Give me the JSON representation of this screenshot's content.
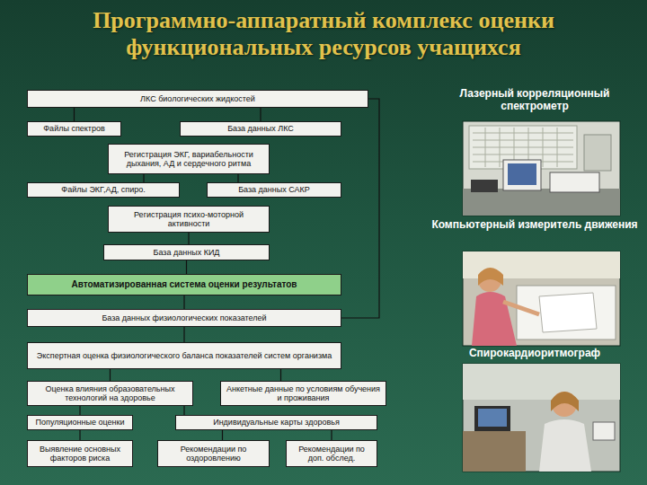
{
  "diagram": {
    "title": "Программно-аппаратный комплекс оценки функциональных ресурсов учащихся",
    "nodes": [
      {
        "text": [
          "ЛКС биологических жидкостей"
        ]
      },
      {
        "text": [
          "Файлы спектров"
        ]
      },
      {
        "text": [
          "База данных ЛКС"
        ]
      },
      {
        "text": [
          "Регистрация ЭКГ, вариабельности дыхания, АД и сердечного ритма"
        ]
      },
      {
        "text": [
          "Файлы ЭКГ,АД, спиро."
        ]
      },
      {
        "text": [
          "База данных САКР"
        ]
      },
      {
        "text": [
          "Регистрация психо-моторной активности"
        ]
      },
      {
        "text": [
          "База данных КИД"
        ]
      },
      {
        "text": [
          "Автоматизированная система оценки результатов"
        ]
      },
      {
        "text": [
          "База данных физиологических показателей"
        ]
      },
      {
        "text": [
          "Экспертная оценка физиологического баланса показателей систем организма"
        ]
      },
      {
        "text": [
          "Оценка влияния образовательных технологий на здоровье"
        ]
      },
      {
        "text": [
          "Анкетные данные по условиям обучения и проживания"
        ]
      },
      {
        "text": [
          "Популяционные оценки"
        ]
      },
      {
        "text": [
          "Индивидуальные карты здоровья"
        ]
      },
      {
        "text": [
          "Выявление основных факторов риска"
        ]
      },
      {
        "text": [
          "Рекомендации по оздоровлению"
        ]
      },
      {
        "text": [
          "Рекомендации по доп. обслед."
        ]
      }
    ],
    "edges": [
      {
        "from": 0,
        "to": 1,
        "arrow": "none"
      },
      {
        "from": 0,
        "to": 2,
        "arrow": "none"
      },
      {
        "from": 3,
        "to": 4,
        "arrow": "none"
      },
      {
        "from": 3,
        "to": 5,
        "arrow": "none"
      },
      {
        "from": 6,
        "to": 7,
        "arrow": "none"
      },
      {
        "from": 7,
        "to": 8,
        "arrow": "none"
      },
      {
        "from": 8,
        "to": 9,
        "arrow": "none"
      },
      {
        "from": 9,
        "to": 10,
        "arrow": "none"
      },
      {
        "from": 10,
        "to": 11,
        "arrow": "none"
      },
      {
        "from": 10,
        "to": 12,
        "arrow": "none"
      },
      {
        "from": 11,
        "to": 13,
        "arrow": "none"
      },
      {
        "from": 11,
        "to": 14,
        "arrow": "none"
      },
      {
        "from": 13,
        "to": 15,
        "arrow": "none"
      },
      {
        "from": 14,
        "to": 16,
        "arrow": "none"
      },
      {
        "from": 14,
        "to": 17,
        "arrow": "none"
      },
      {
        "from": 0,
        "to": 9,
        "arrow": "none"
      }
    ],
    "labels": [
      "Лазерный корреляционный спектрометр",
      "Компьютерный измеритель движения",
      "Спирокардиоритмограф"
    ]
  }
}
